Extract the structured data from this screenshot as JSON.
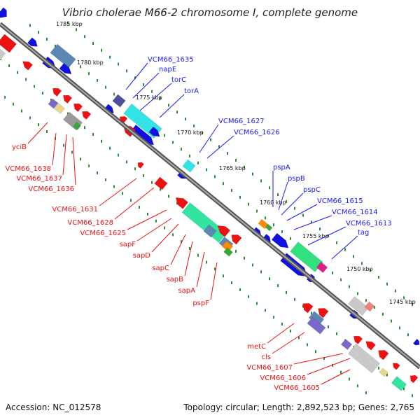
{
  "title": "Vibrio cholerae M66-2 chromosome I, complete genome",
  "footer": {
    "accession": "Accession: NC_012578",
    "summary": "Topology: circular; Length: 2,892,523 bp; Genes: 2,765"
  },
  "colors": {
    "forward_cds": "#1010e0",
    "reverse_cds": "#ee1111",
    "backbone": "#888888",
    "tick": "#2e8b2e",
    "label_blue": "#1a1aff",
    "label_red": "#ee1111"
  },
  "ruler": [
    "1785 kbp",
    "1780 kbp",
    "1775 kbp",
    "1770 kbp",
    "1765 kbp",
    "1760 kbp",
    "1755 kbp",
    "1750 kbp",
    "1745 kbp"
  ],
  "labels_outer": [
    "VCM66_1635",
    "napE",
    "torC",
    "torA",
    "VCM66_1627",
    "VCM66_1626",
    "pspA",
    "pspB",
    "pspC",
    "VCM66_1615",
    "VCM66_1614",
    "VCM66_1613",
    "tag"
  ],
  "labels_inner": [
    "yciB",
    "VCM66_1638",
    "VCM66_1637",
    "VCM66_1636",
    "VCM66_1631",
    "VCM66_1628",
    "VCM66_1625",
    "sapF",
    "sapD",
    "sapC",
    "sapB",
    "sapA",
    "pspF",
    "metC",
    "cls",
    "VCM66_1607",
    "VCM66_1606",
    "VCM66_1605"
  ]
}
